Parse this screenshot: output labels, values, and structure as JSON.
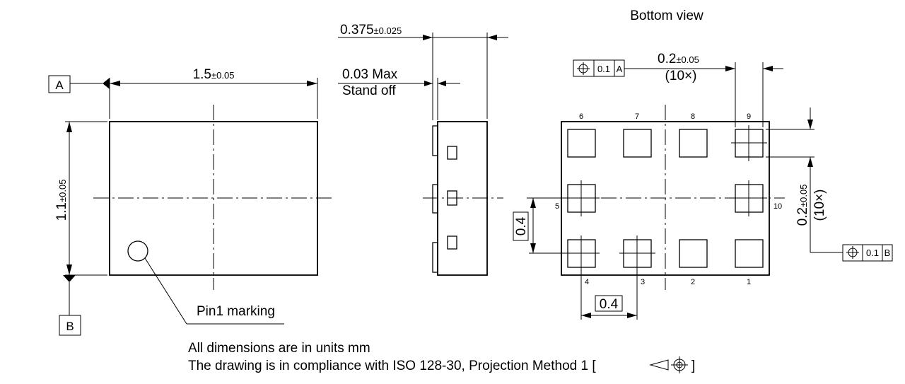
{
  "top_view": {
    "width_dim": "1.5",
    "width_tol": "±0.05",
    "height_dim": "1.1",
    "height_tol": "±0.05",
    "datum_a": "A",
    "datum_b": "B",
    "pin1_label": "Pin1 marking"
  },
  "side_view": {
    "thickness_dim": "0.375",
    "thickness_tol": "±0.025",
    "standoff_value": "0.03 Max",
    "standoff_label": "Stand off"
  },
  "bottom_view": {
    "title": "Bottom view",
    "pad_width_dim": "0.2",
    "pad_width_tol": "±0.05",
    "pad_width_count": "(10×)",
    "pad_height_dim": "0.2",
    "pad_height_tol": "±0.05",
    "pad_height_count": "(10×)",
    "pitch_h": "0.4",
    "pitch_v": "0.4",
    "tolerance_frame_a": {
      "value": "0.1",
      "datum": "A"
    },
    "tolerance_frame_b": {
      "value": "0.1",
      "datum": "B"
    },
    "pins_top": [
      "6",
      "7",
      "8",
      "9"
    ],
    "pins_bottom": [
      "4",
      "3",
      "2",
      "1"
    ],
    "pin_left": "5",
    "pin_right": "10"
  },
  "notes": {
    "line1": "All dimensions are in units mm",
    "line2_text": "The drawing is in compliance with ISO 128-30, Projection Method 1 [",
    "line2_end": "]"
  }
}
